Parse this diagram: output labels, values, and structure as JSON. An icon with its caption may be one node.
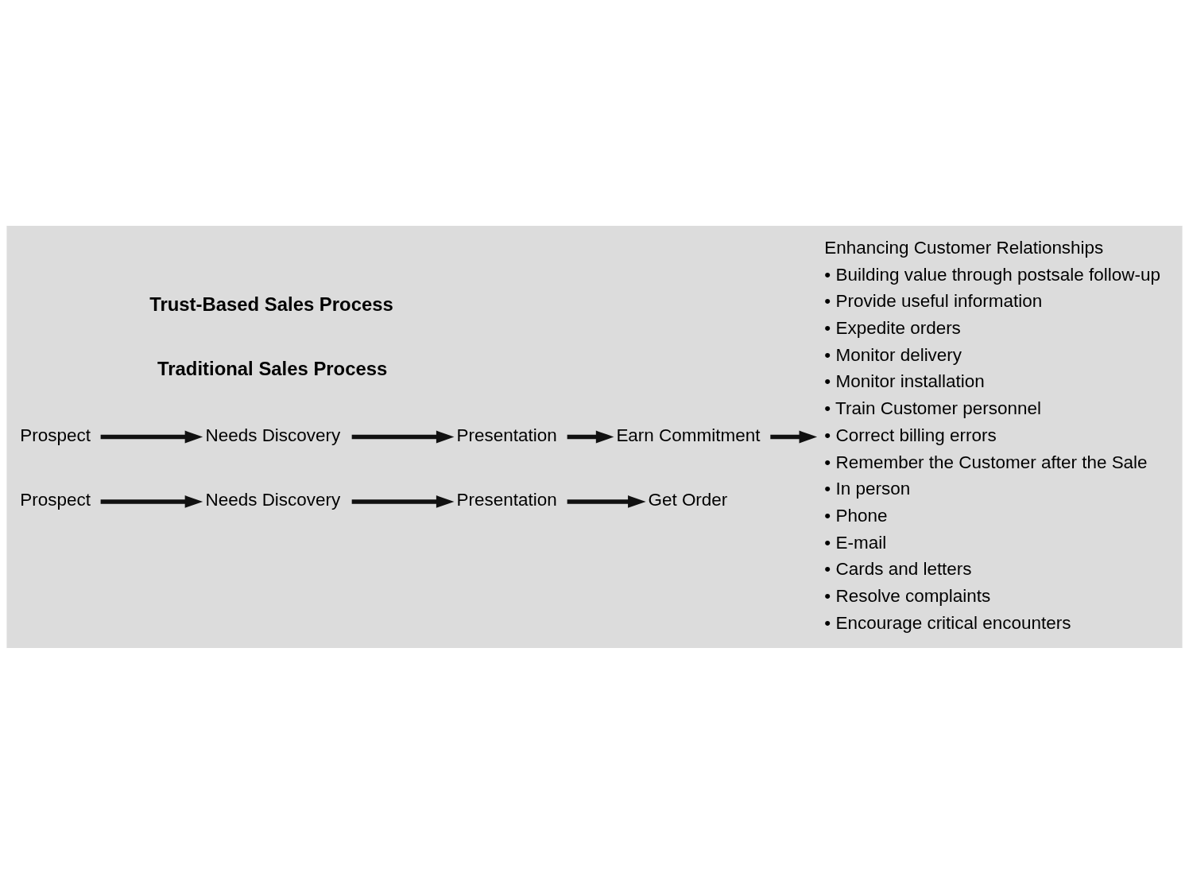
{
  "diagram": {
    "nodes": [
      {
        "text": [
          "Prospect"
        ]
      },
      {
        "text": [
          "Needs Discovery"
        ]
      },
      {
        "text": [
          "Presentation"
        ]
      },
      {
        "text": [
          "Get Order"
        ]
      },
      {
        "text": [
          "Prospect"
        ]
      },
      {
        "text": [
          "Needs Discovery"
        ]
      },
      {
        "text": [
          "Presentation"
        ]
      },
      {
        "text": [
          "Earn Commitment"
        ]
      },
      {
        "text": [
          "Enhancing Customer Relationships"
        ],
        "beside": [
          "• Building value through postsale follow-up",
          "• Provide useful information",
          "• Expedite orders",
          "• Monitor delivery",
          "• Monitor installation",
          "• Train Customer personnel",
          "• Correct billing errors",
          "• Remember the Customer after the Sale",
          "• In person",
          "• Phone",
          "• E-mail",
          "• Cards and letters",
          "• Resolve complaints",
          "• Encourage critical encounters"
        ]
      }
    ],
    "edges": [
      {
        "from": 0,
        "to": 1,
        "arrow": "to"
      },
      {
        "from": 1,
        "to": 2,
        "arrow": "to"
      },
      {
        "from": 2,
        "to": 3,
        "arrow": "to"
      },
      {
        "from": 4,
        "to": 5,
        "arrow": "to"
      },
      {
        "from": 5,
        "to": 6,
        "arrow": "to"
      },
      {
        "from": 6,
        "to": 7,
        "arrow": "to"
      },
      {
        "from": 7,
        "to": 8,
        "arrow": "to"
      }
    ],
    "labels": [
      "Traditional Sales Process",
      "Trust-Based Sales Process"
    ]
  }
}
